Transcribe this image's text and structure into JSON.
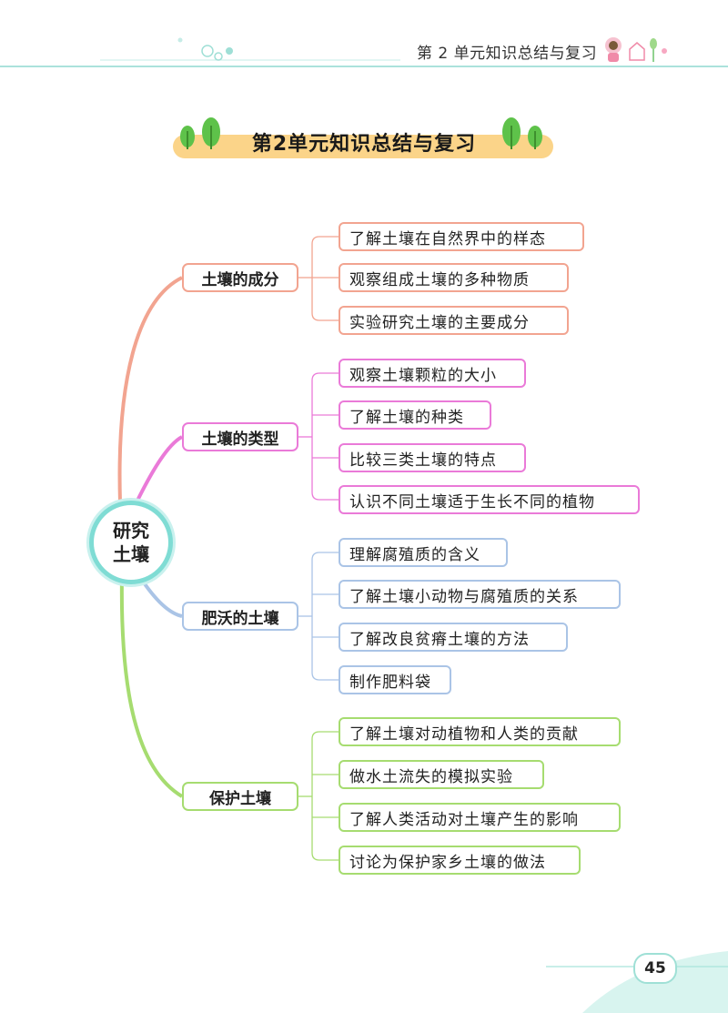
{
  "header": {
    "running_title": "第 2 单元知识总结与复习"
  },
  "title": "第2单元知识总结与复习",
  "root": {
    "label": "研究土壤"
  },
  "branches": [
    {
      "label": "土壤的成分",
      "color": "#f2a490",
      "items": [
        "了解土壤在自然界中的样态",
        "观察组成土壤的多种物质",
        "实验研究土壤的主要成分"
      ]
    },
    {
      "label": "土壤的类型",
      "color": "#ea7ad8",
      "items": [
        "观察土壤颗粒的大小",
        "了解土壤的种类",
        "比较三类土壤的特点",
        "认识不同土壤适于生长不同的植物"
      ]
    },
    {
      "label": "肥沃的土壤",
      "color": "#aac4e6",
      "items": [
        "理解腐殖质的含义",
        "了解土壤小动物与腐殖质的关系",
        "了解改良贫瘠土壤的方法",
        "制作肥料袋"
      ]
    },
    {
      "label": "保护土壤",
      "color": "#a6dc70",
      "items": [
        "了解土壤对动植物和人类的贡献",
        "做水土流失的模拟实验",
        "了解人类活动对土壤产生的影响",
        "讨论为保护家乡土壤的做法"
      ]
    }
  ],
  "page_number": "45",
  "colors": {
    "accent_teal": "#7fdcd4",
    "ribbon": "#fbd489",
    "tree_green": "#5ec24a"
  }
}
